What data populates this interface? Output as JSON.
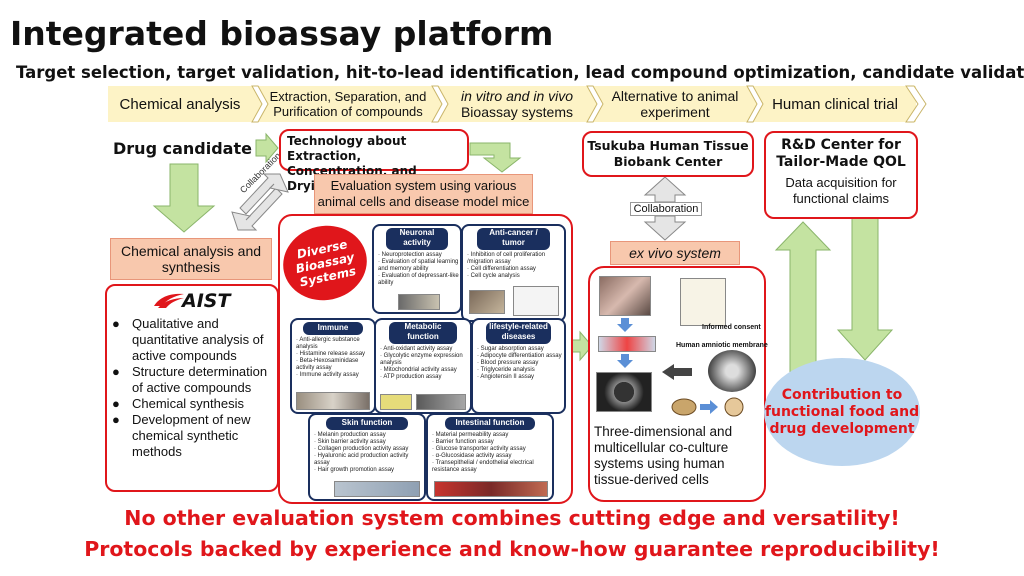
{
  "title": "Integrated bioassay platform",
  "subtitle": "Target selection, target validation, hit-to-lead identification, lead compound optimization, candidate validation",
  "stages": [
    "Chemical analysis",
    "Extraction, Separation, and Purification of compounds",
    "in vitro and in vivo",
    "Bioassay systems",
    "Alternative to animal experiment",
    "Human clinical trial"
  ],
  "drug_candidate": "Drug candidate",
  "extraction_box": "Technology about Extraction, Concentration, and Drying",
  "evaluation_box": "Evaluation system using various animal cells and disease model mice",
  "collaboration": "Collaboration",
  "chemical_box": "Chemical analysis and synthesis",
  "aist": {
    "logo": "AIST",
    "items": [
      "Qualitative and quantitative analysis of active compounds",
      "Structure determination of active compounds",
      "Chemical synthesis",
      "Development of new chemical synthetic methods"
    ]
  },
  "diverse_label": "Diverse Bioassay Systems",
  "bioassay_panels": [
    {
      "title": "Neuronal activity",
      "items": [
        "Neuroprotection assay",
        "Evaluation of spatial learning and memory ability",
        "Evaluation of depressant-like ability"
      ]
    },
    {
      "title": "Anti-cancer / tumor",
      "items": [
        "Inhibition of cell proliferation /migration assay",
        "Cell differentiation assay",
        "Cell cycle analysis"
      ]
    },
    {
      "title": "Immune function",
      "items": [
        "Anti-allergic substance analysis",
        "Histamine release assay",
        "Beta-Hexosaminidase activity assay",
        "Immune activity assay"
      ]
    },
    {
      "title": "Metabolic function",
      "items": [
        "Anti-oxidant activity assay",
        "Glycolytic enzyme expression analysis",
        "Mitochondrial activity assay",
        "ATP production assay"
      ]
    },
    {
      "title": "lifestyle-related diseases",
      "items": [
        "Sugar absorption assay",
        "Adipocyte differentiation assay",
        "Blood pressure assay",
        "Triglyceride analysis",
        "Angiotensin II assay"
      ]
    },
    {
      "title": "Skin function",
      "items": [
        "Melanin production assay",
        "Skin barrier activity assay",
        "Collagen production activity assay",
        "Hyaluronic acid production activity assay",
        "Hair growth promotion assay"
      ]
    },
    {
      "title": "Intestinal function",
      "items": [
        "Material permeability assay",
        "Barrier function assay",
        "Glucose transporter activity assay",
        "α-Glucosidase activity assay",
        "Transepithelial / endothelial electrical resistance assay"
      ]
    }
  ],
  "tsukuba": "Tsukuba Human Tissue Biobank Center",
  "exvivo": "ex vivo system",
  "informed_consent": "Informed consent",
  "amniotic": "Human amniotic membrane",
  "exvivo_desc": "Three-dimensional and multicellular co-culture systems using human tissue-derived cells",
  "rd_title": "R&D Center for Tailor-Made QOL",
  "rd_desc": "Data acquisition for functional claims",
  "contribution": "Contribution to functional food and drug development",
  "slogans": [
    "No other evaluation system combines cutting edge and versatility!",
    "Protocols backed by experience and know-how guarantee reproducibility!"
  ]
}
